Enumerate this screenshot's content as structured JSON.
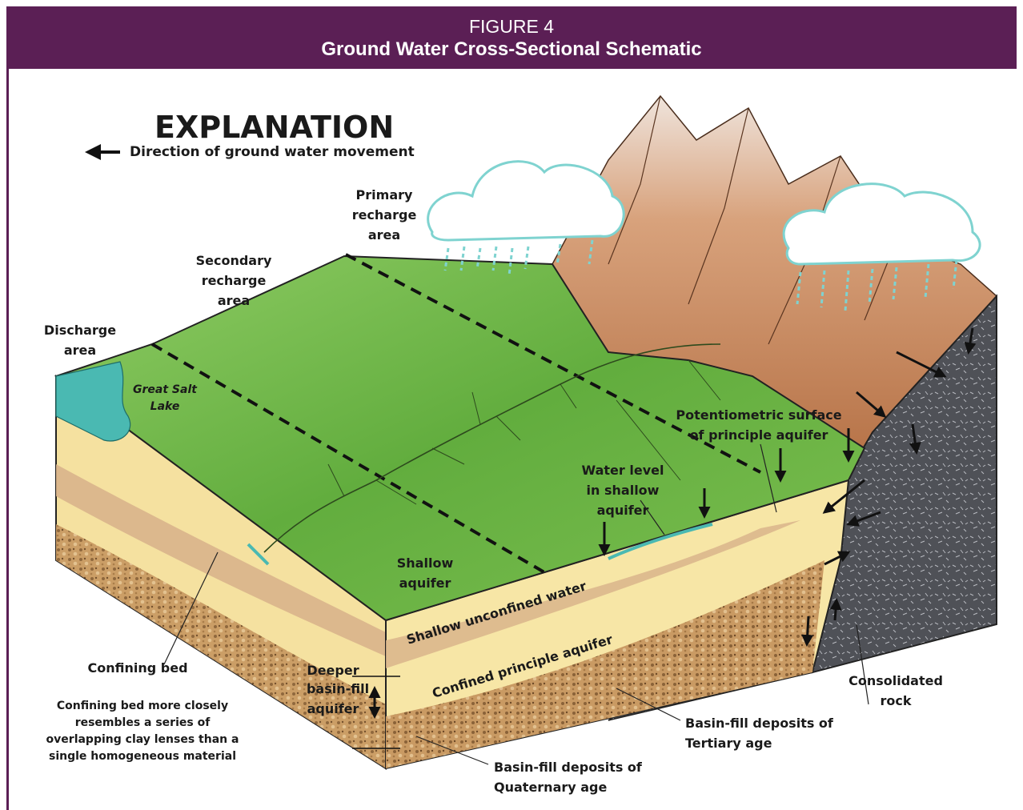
{
  "header": {
    "figure_label": "FIGURE 4",
    "title": "Ground Water Cross-Sectional Schematic"
  },
  "legend": {
    "heading": "EXPLANATION",
    "arrow_text": "Direction of ground water movement"
  },
  "labels": {
    "primary_recharge": [
      "Primary",
      "recharge",
      "area"
    ],
    "secondary_recharge": [
      "Secondary",
      "recharge",
      "area"
    ],
    "discharge": [
      "Discharge",
      "area"
    ],
    "great_salt_lake": [
      "Great Salt",
      "Lake"
    ],
    "potentiometric": [
      "Potentiometric surface",
      "of principle aquifer"
    ],
    "water_level_shallow": [
      "Water level",
      "in shallow",
      "aquifer"
    ],
    "shallow_aquifer": [
      "Shallow",
      "aquifer"
    ],
    "shallow_unconfined": "Shallow unconfined water",
    "confined_principle": "Confined principle aquifer",
    "deeper_basin_fill": [
      "Deeper",
      "basin-fill",
      "aquifer"
    ],
    "confining_bed": "Confining bed",
    "confining_note": [
      "Confining bed more closely",
      "resembles a series of",
      "overlapping clay lenses than a",
      "single homogeneous material"
    ],
    "consolidated_rock": [
      "Consolidated",
      "rock"
    ],
    "tertiary": [
      "Basin-fill deposits of",
      "Tertiary age"
    ],
    "quaternary": [
      "Basin-fill deposits of",
      "Quaternary age"
    ]
  },
  "colors": {
    "banner": "#5b1f55",
    "land_green": "#6fb84a",
    "land_green_light": "#a6d67a",
    "sand": "#f6e3a0",
    "clay": "#d8b48a",
    "gravel": "#b98d5a",
    "rock": "#55565c",
    "mountain": "#c98a5c",
    "lake": "#4bb9b3",
    "rain": "#7fd3d0"
  }
}
